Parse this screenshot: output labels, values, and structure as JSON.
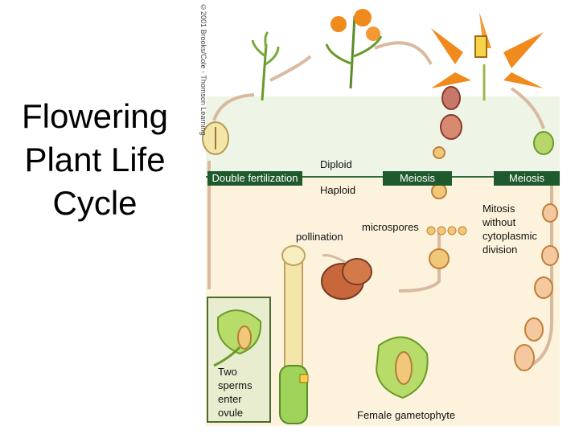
{
  "title_lines": [
    "Flowering",
    "Plant Life",
    "Cycle"
  ],
  "copyright": "©2001 Brooks/Cole - Thomson Learning",
  "labels": {
    "diploid": "Diploid",
    "haploid": "Haploid",
    "double_fertilization": "Double fertilization",
    "meiosis_left": "Meiosis",
    "meiosis_right": "Meiosis",
    "microspores": "microspores",
    "pollination": "pollination",
    "mitosis": [
      "Mitosis",
      "without",
      "cytoplasmic",
      "division"
    ],
    "two_sperms": [
      "Two",
      "sperms",
      "enter",
      "ovule"
    ],
    "female_gametophyte": "Female gametophyte"
  },
  "colors": {
    "diploid_bg": "#eef5e6",
    "haploid_bg": "#fdf3dc",
    "divider": "#2e6b3a",
    "arrow": "#d9b9a0",
    "tag": "#1f5a2e",
    "petal": "#f08a1c",
    "leaf": "#8fc245"
  }
}
